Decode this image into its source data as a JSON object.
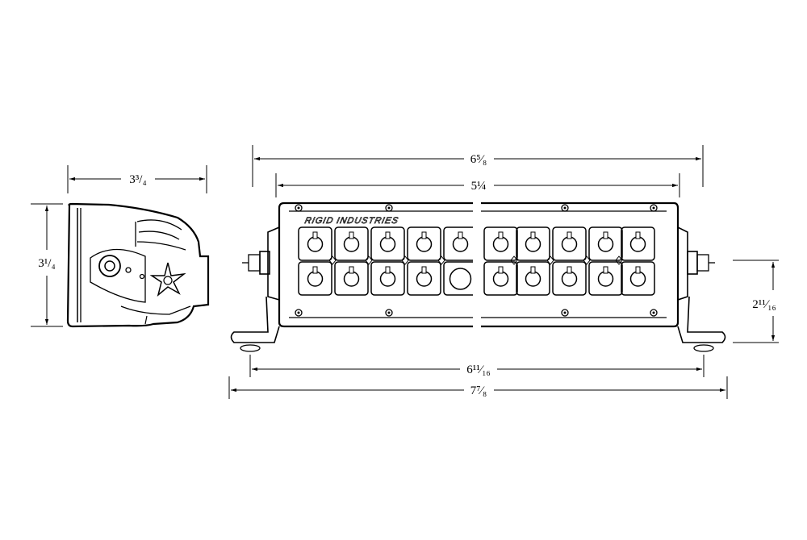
{
  "dimensions": {
    "side_width": "3³/₄",
    "side_height": "3¹/₄",
    "overall_length": "6⁵⁄₈",
    "lens_length": "5¼",
    "mount_height": "2¹¹⁄₁₆",
    "bolt_spacing": "6¹¹⁄₁₆",
    "bracket_length": "7⁷⁄₈"
  },
  "brand": {
    "housing_text": "RIGID INDUSTRIES"
  },
  "colors": {
    "line": "#000000",
    "background": "#ffffff"
  },
  "icons": {
    "logo_mark": "rigid-star-logo-icon",
    "mount_knob": "mount-knob-icon"
  }
}
